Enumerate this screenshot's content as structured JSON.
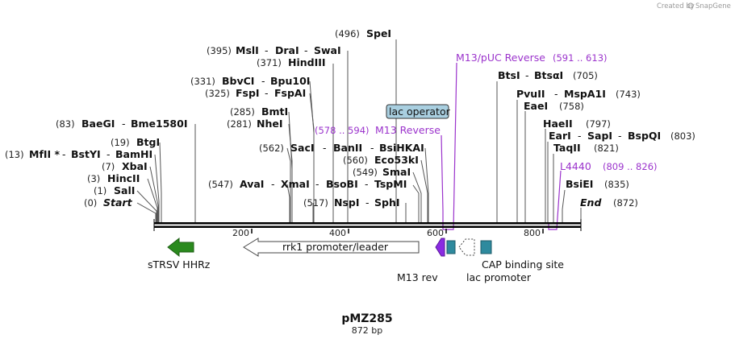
{
  "credit": {
    "created_by": "Created by",
    "brand": "SnapGene"
  },
  "plasmid": {
    "name": "pMZ285",
    "length": "872 bp"
  },
  "ruler": {
    "ticks": [
      "200",
      "400",
      "600",
      "800"
    ]
  },
  "sites": [
    {
      "pos": "(496)",
      "names": [
        "SpeI"
      ]
    },
    {
      "pos": "(395)",
      "names": [
        "MslI",
        "DraI",
        "SwaI"
      ]
    },
    {
      "pos": "(371)",
      "names": [
        "HindIII"
      ]
    },
    {
      "pos": "(331)",
      "names": [
        "BbvCI",
        "Bpu10I"
      ]
    },
    {
      "pos": "(325)",
      "names": [
        "FspI",
        "FspAI"
      ]
    },
    {
      "pos": "(285)",
      "names": [
        "BmtI"
      ]
    },
    {
      "pos": "(281)",
      "names": [
        "NheI"
      ]
    },
    {
      "pos": "(83)",
      "names": [
        "BaeGI",
        "Bme1580I"
      ]
    },
    {
      "pos": "(562)",
      "names": [
        "SacI",
        "BanII",
        "BsiHKAI"
      ]
    },
    {
      "pos": "(560)",
      "names": [
        "Eco53kI"
      ]
    },
    {
      "pos": "(549)",
      "names": [
        "SmaI"
      ]
    },
    {
      "pos": "(547)",
      "names": [
        "AvaI",
        "XmaI",
        "BsoBI",
        "TspMI"
      ]
    },
    {
      "pos": "(517)",
      "names": [
        "NspI",
        "SphI"
      ]
    },
    {
      "pos": "(19)",
      "names": [
        "BtgI"
      ]
    },
    {
      "pos": "(13)",
      "names": [
        "MfII *",
        "BstYI",
        "BamHI"
      ]
    },
    {
      "pos": "(7)",
      "names": [
        "XbaI"
      ]
    },
    {
      "pos": "(3)",
      "names": [
        "HincII"
      ]
    },
    {
      "pos": "(1)",
      "names": [
        "SalI"
      ]
    },
    {
      "pos": "(0)",
      "names": [
        "Start"
      ]
    },
    {
      "pos": "(705)",
      "names": [
        "BtsI",
        "BtsαI"
      ]
    },
    {
      "pos": "(743)",
      "names": [
        "PvuII",
        "MspA1I"
      ]
    },
    {
      "pos": "(758)",
      "names": [
        "EaeI"
      ]
    },
    {
      "pos": "(797)",
      "names": [
        "HaeII"
      ]
    },
    {
      "pos": "(803)",
      "names": [
        "EarI",
        "SapI",
        "BspQI"
      ]
    },
    {
      "pos": "(821)",
      "names": [
        "TaqII"
      ]
    },
    {
      "pos": "(835)",
      "names": [
        "BsiEI"
      ]
    },
    {
      "pos": "(872)",
      "names": [
        "End"
      ]
    }
  ],
  "primers": [
    {
      "name": "M13/pUC Reverse",
      "range": "(591 .. 613)"
    },
    {
      "name": "M13 Reverse",
      "range": "(578 .. 594)"
    },
    {
      "name": "L4440",
      "range": "(809 .. 826)"
    }
  ],
  "box_label": "lac operator",
  "features": [
    {
      "name": "sTRSV HHRz",
      "color": "#2a8a1e"
    },
    {
      "name": "rrk1 promoter/leader",
      "color": "#ffffff"
    },
    {
      "name": "M13 rev",
      "color": "#8a2be2"
    },
    {
      "name": "lac promoter",
      "color": "#ffffff"
    },
    {
      "name": "CAP binding site",
      "color": "#2e8a9e"
    }
  ],
  "colors": {
    "primer": "#9b33cc",
    "operator_box": "#a9cfe0",
    "backbone": "#000000"
  }
}
